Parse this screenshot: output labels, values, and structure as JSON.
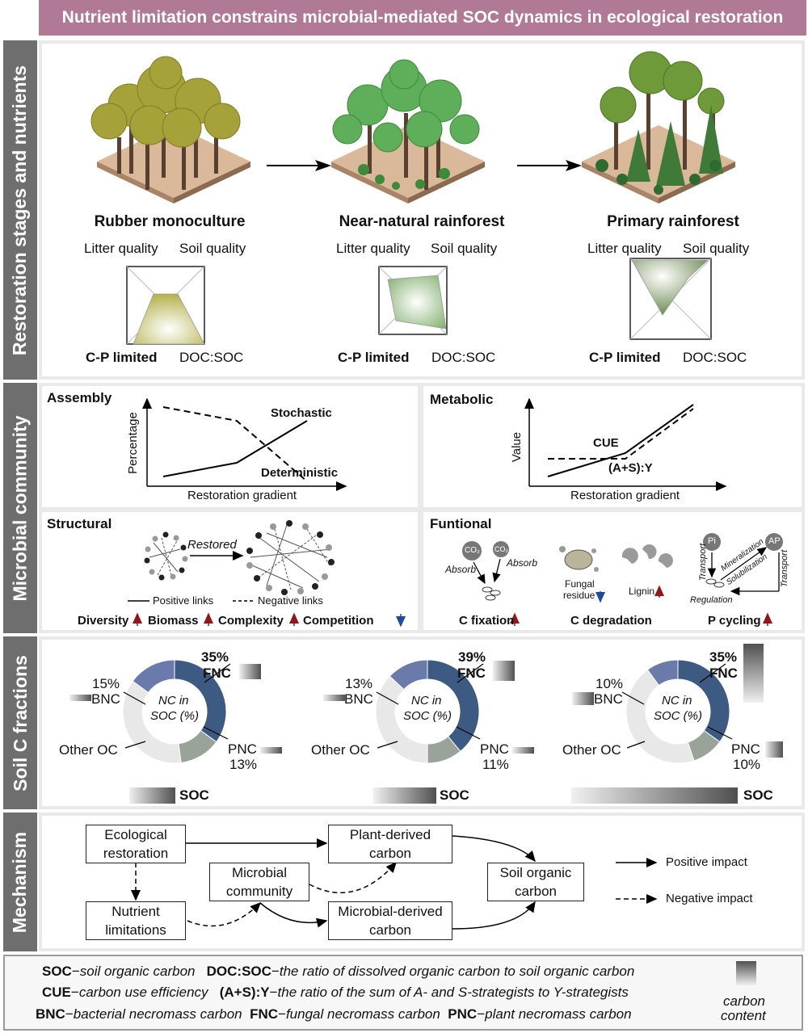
{
  "title": "Nutrient limitation constrains microbial-mediated SOC dynamics in ecological restoration",
  "sections": {
    "restoration": "Restoration stages and nutrients",
    "microbial": "Microbial community",
    "soilc": "Soil C fractions",
    "mechanism": "Mechanism"
  },
  "stages": [
    {
      "name": "Rubber monoculture",
      "litter": "Litter quality",
      "soil": "Soil quality",
      "limited": "C-P limited",
      "ratio": "DOC:SOC"
    },
    {
      "name": "Near-natural rainforest",
      "litter": "Litter quality",
      "soil": "Soil quality",
      "limited": "C-P limited",
      "ratio": "DOC:SOC"
    },
    {
      "name": "Primary rainforest",
      "litter": "Litter quality",
      "soil": "Soil quality",
      "limited": "C-P limited",
      "ratio": "DOC:SOC"
    }
  ],
  "assembly": {
    "title": "Assembly",
    "ylabel": "Percentage",
    "xlabel": "Restoration gradient",
    "stochastic": "Stochastic",
    "deterministic": "Deterministic"
  },
  "metabolic": {
    "title": "Metabolic",
    "ylabel": "Value",
    "xlabel": "Restoration gradient",
    "cue": "CUE",
    "asy": "(A+S):Y"
  },
  "structural": {
    "title": "Structural",
    "restored": "Restored",
    "positive": "Positive links",
    "negative": "Negative links",
    "diversity": "Diversity",
    "biomass": "Biomass",
    "complexity": "Complexity",
    "competition": "Competition"
  },
  "functional": {
    "title": "Funtional",
    "co2": "CO₂",
    "absorb": "Absorb",
    "fungal": "Fungal",
    "residue": "residue",
    "lignin": "Lignin",
    "pi": "Pi",
    "ap": "AP",
    "transport": "Transport",
    "mineralization": "Mineralization",
    "solubilization": "Solubilization",
    "regulation": "Regulation",
    "cfix": "C fixation",
    "cdeg": "C degradation",
    "pcyc": "P cycling"
  },
  "donuts": [
    {
      "fnc": "35%",
      "bnc": "15%",
      "pnc": "13%"
    },
    {
      "fnc": "39%",
      "bnc": "13%",
      "pnc": "11%"
    },
    {
      "fnc": "35%",
      "bnc": "10%",
      "pnc": "10%"
    }
  ],
  "donut_labels": {
    "fnc": "FNC",
    "bnc": "BNC",
    "pnc": "PNC",
    "other": "Other OC",
    "center1": "NC in",
    "center2": "SOC (%)",
    "soc": "SOC"
  },
  "mechanism": {
    "eco": "Ecological restoration",
    "plant": "Plant-derived carbon",
    "micro": "Microbial community",
    "soc": "Soil organic carbon",
    "nutr": "Nutrient limitations",
    "microc": "Microbial-derived carbon",
    "pos": "Positive impact",
    "neg": "Negative impact"
  },
  "legend": {
    "soc_k": "SOC",
    "soc_v": "soil organic carbon",
    "doc_k": "DOC:SOC",
    "doc_v": "the ratio of dissolved organic carbon to soil organic carbon",
    "cue_k": "CUE",
    "cue_v": "carbon use efficiency",
    "asy_k": "(A+S):Y",
    "asy_v": "the ratio of the sum of A- and S-strategists to Y-strategists",
    "bnc_k": "BNC",
    "bnc_v": "bacterial necromass carbon",
    "fnc_k": "FNC",
    "fnc_v": "fungal necromass carbon",
    "pnc_k": "PNC",
    "pnc_v": "plant necromass carbon",
    "cc1": "carbon",
    "cc2": "content"
  },
  "colors": {
    "title": "#b07a97",
    "side": "#6e6e6e",
    "fnc": "#3d5a82",
    "bnc": "#6a7bab",
    "pnc": "#9aa39a",
    "other": "#e8e8e8"
  }
}
